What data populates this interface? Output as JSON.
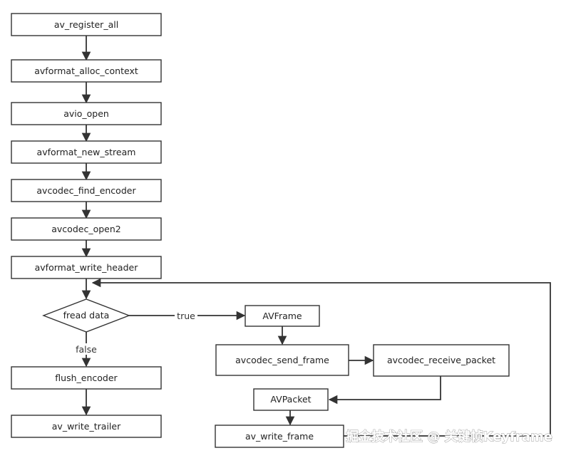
{
  "nodes": {
    "n1": "av_register_all",
    "n2": "avformat_alloc_context",
    "n3": "avio_open",
    "n4": "avformat_new_stream",
    "n5": "avcodec_find_encoder",
    "n6": "avcodec_open2",
    "n7": "avformat_write_header",
    "decision": "fread data",
    "flush": "flush_encoder",
    "trailer": "av_write_trailer",
    "avframe": "AVFrame",
    "send": "avcodec_send_frame",
    "receive": "avcodec_receive_packet",
    "avpacket": "AVPacket",
    "write_frame": "av_write_frame"
  },
  "edge_labels": {
    "true": "true",
    "false": "false"
  },
  "watermark": "掘金技术社区 @ 关键帧Keyframe",
  "colors": {
    "stroke": "#333333",
    "fill": "#ffffff",
    "text": "#222222"
  }
}
